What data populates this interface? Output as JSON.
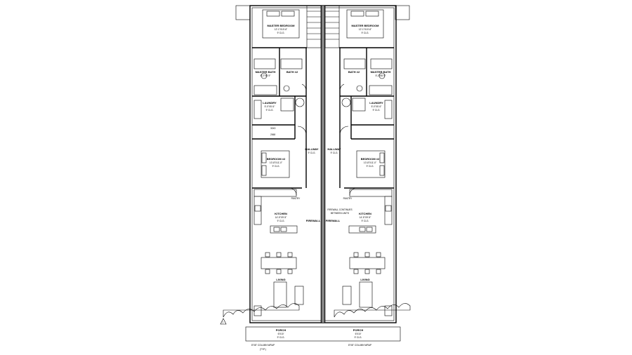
{
  "unit_left": {
    "master_bedroom": {
      "name": "MASTER BEDROOM",
      "size": "12'-1\"X10'-6\"",
      "clg": "9' CLG."
    },
    "master_bath": {
      "name": "MASTER BATH",
      "size": "5'-2\"X8'-9\""
    },
    "bath2": {
      "name": "BATH #2"
    },
    "laundry": {
      "name": "LAUNDRY",
      "size": "5'-0\"X5'-6\"",
      "clg": "9' CLG."
    },
    "hallway": {
      "name": "HALLWAY",
      "clg": "9' CLG."
    },
    "bedroom": {
      "name": "BEDROOM #2",
      "size": "10'-8\"X11'-0\"",
      "clg": "9' CLG."
    },
    "kitchen": {
      "name": "KITCHEN",
      "size": "14'-5\"X9'-5\"",
      "clg": "9' CLG."
    },
    "pantry": "PANTRY",
    "living": {
      "name": "LIVING"
    },
    "porch": {
      "name": "PORCH",
      "size": "6'X10'",
      "clg": "9' CLG."
    },
    "column_wrap": "8\"X8\" COLUMN WRAP",
    "column_tag": "(TYP.)"
  },
  "unit_right": {
    "master_bedroom": {
      "name": "MASTER BEDROOM",
      "size": "12'-1\"X10'-6\"",
      "clg": "9' CLG."
    },
    "master_bath": {
      "name": "MASTER BATH",
      "size": "5'-2\"X8'-9\""
    },
    "bath2": {
      "name": "BATH #2"
    },
    "laundry": {
      "name": "LAUNDRY",
      "size": "5'-0\"X5'-6\"",
      "clg": "9' CLG."
    },
    "hallway": {
      "name": "HALLWAY",
      "clg": "9' CLG."
    },
    "bedroom": {
      "name": "BEDROOM #2",
      "size": "10'-8\"X11'-0\"",
      "clg": "9' CLG."
    },
    "kitchen": {
      "name": "KITCHEN",
      "size": "14'-5\"X9'-5\"",
      "clg": "9' CLG."
    },
    "pantry": "PANTRY",
    "living": {
      "name": "LIVING"
    },
    "porch": {
      "name": "PORCH",
      "size": "6'X10'",
      "clg": "9' CLG."
    },
    "column_wrap": "8\"X8\" COLUMN WRAP"
  },
  "center": {
    "firewall_left": "FIREWALL",
    "firewall_right": "FIREWALL",
    "firewall_note_1": "FIREWALL CONTINUES",
    "firewall_note_2": "BETWEEN UNITS"
  },
  "closet_tag": "30X0",
  "door_tag": "2068",
  "stair_tag": "1"
}
